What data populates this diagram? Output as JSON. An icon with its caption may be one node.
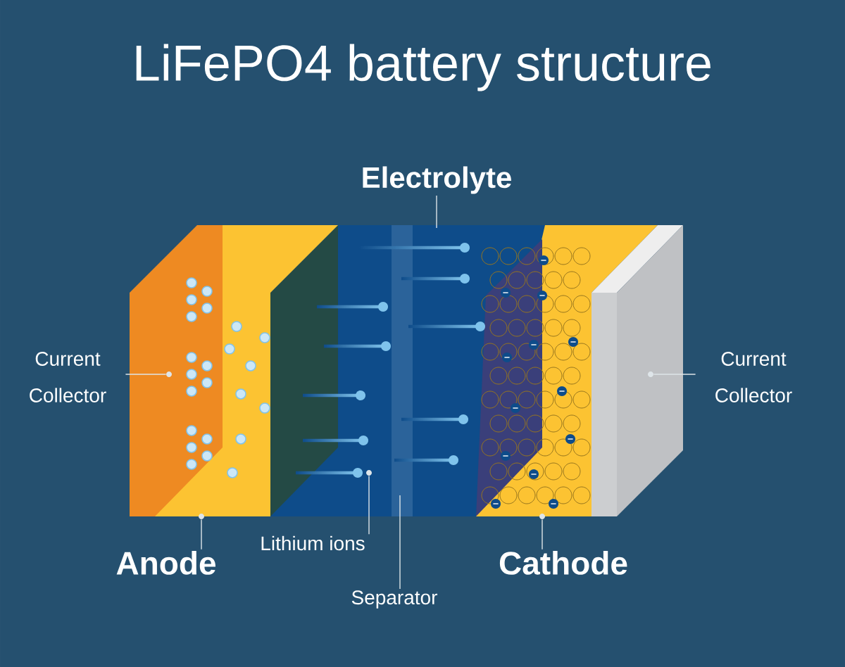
{
  "diagram": {
    "title": "LiFePO4 battery structure",
    "nodes": [
      {
        "text": [
          "Electrolyte"
        ]
      },
      {
        "text": [
          "Current Collector"
        ]
      },
      {
        "text": [
          "Current Collector"
        ]
      },
      {
        "text": [
          "Anode"
        ]
      },
      {
        "text": [
          "Lithium ions"
        ]
      },
      {
        "text": [
          "Cathode"
        ]
      },
      {
        "text": [
          "Separator"
        ]
      },
      {
        "text": [],
        "shape": "circle"
      },
      {
        "text": [],
        "shape": "circle"
      },
      {
        "text": [],
        "shape": "circle"
      },
      {
        "text": [],
        "shape": "circle"
      },
      {
        "text": [],
        "shape": "circle"
      }
    ],
    "edges": [
      {
        "from": 0,
        "to": null,
        "arrow": "none"
      },
      {
        "from": 1,
        "to": 7,
        "arrow": "none"
      },
      {
        "from": 2,
        "to": 8,
        "arrow": "none"
      },
      {
        "from": 3,
        "to": 9,
        "arrow": "none"
      },
      {
        "from": 4,
        "to": 10,
        "arrow": "none"
      },
      {
        "from": 5,
        "to": 11,
        "arrow": "none"
      },
      {
        "from": 6,
        "to": null,
        "arrow": "none"
      }
    ]
  }
}
